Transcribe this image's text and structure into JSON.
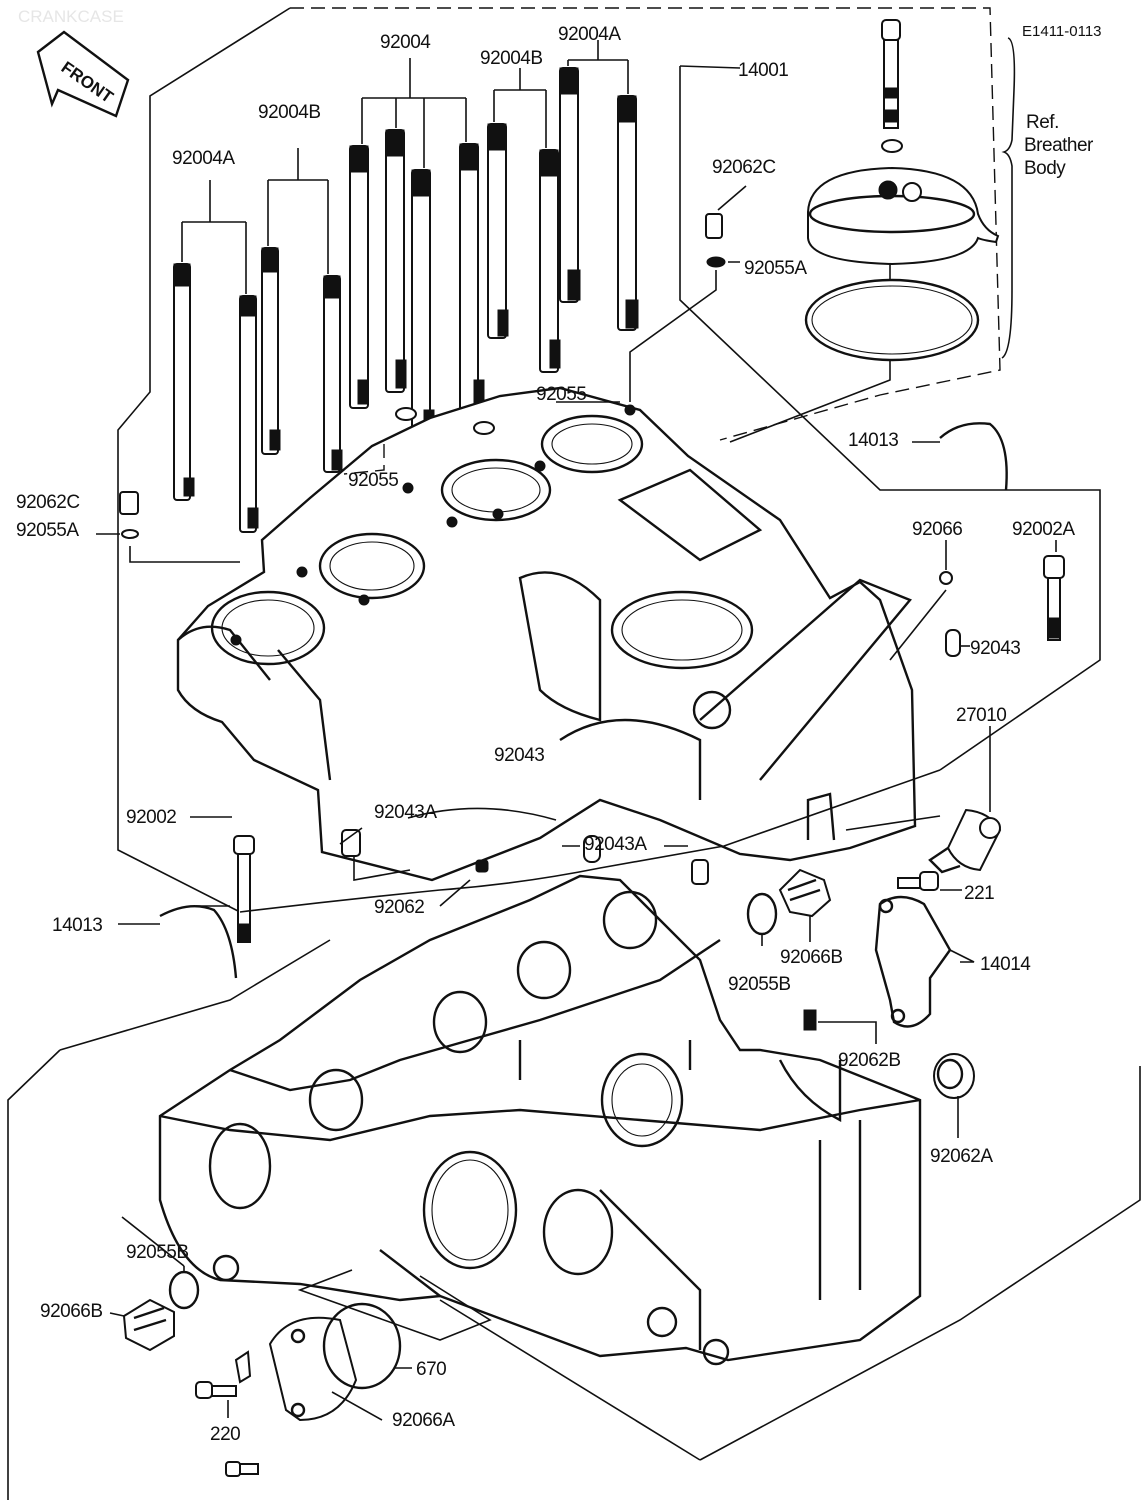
{
  "watermark": "CRANKCASE",
  "diagram_code": "E1411-0113",
  "front_arrow_label": "FRONT",
  "reference_note": [
    "Ref.",
    "Breather",
    "Body"
  ],
  "labels": {
    "p14001": "14001",
    "p92004_top": "92004",
    "p92004A_top": "92004A",
    "p92004B_top": "92004B",
    "p92004B_left": "92004B",
    "p92004A_left": "92004A",
    "p92062C_top": "92062C",
    "p92055A_top": "92055A",
    "p92055_center": "92055",
    "p92055_left": "92055",
    "p14013_right": "14013",
    "p92062C_left": "92062C",
    "p92055A_left": "92055A",
    "p92066": "92066",
    "p92002A": "92002A",
    "p92043_right": "92043",
    "p27010": "27010",
    "p92043_center": "92043",
    "p92002": "92002",
    "p92043A_left": "92043A",
    "p92043A_center": "92043A",
    "p221": "221",
    "p92062": "92062",
    "p14013_left": "14013",
    "p92066B_right": "92066B",
    "p92055B_right": "92055B",
    "p14014": "14014",
    "p92062B": "92062B",
    "p92062A": "92062A",
    "p92055B_left": "92055B",
    "p92066B_left": "92066B",
    "p670": "670",
    "p92066A": "92066A",
    "p220": "220"
  }
}
